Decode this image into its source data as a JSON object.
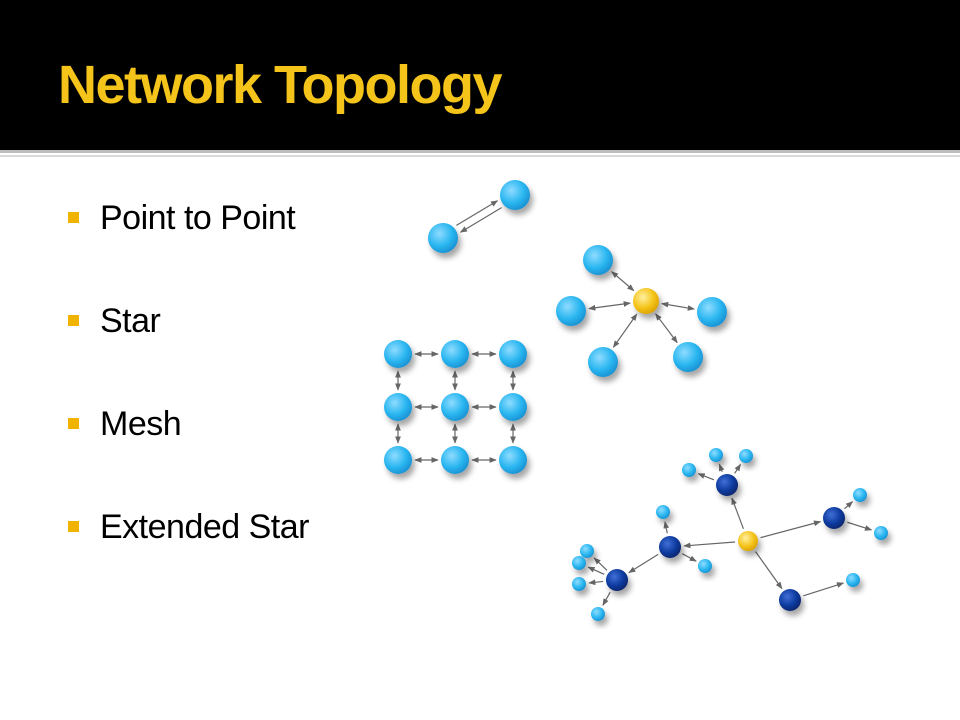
{
  "slide": {
    "title": "Network Topology",
    "bullets": [
      "Point to Point",
      "Star",
      "Mesh",
      "Extended Star"
    ]
  },
  "colors": {
    "title": "#f5c41a",
    "bullet_marker": "#f0b400",
    "title_bar": "#000000",
    "node_light": "#29b6f0",
    "node_dark": "#0d3a9e",
    "node_hub": "#f5c41a",
    "link": "#666666"
  },
  "diagrams": {
    "point_to_point": {
      "nodes": [
        {
          "id": "a",
          "role": "end"
        },
        {
          "id": "b",
          "role": "end"
        }
      ],
      "edges": [
        [
          "a",
          "b"
        ],
        [
          "b",
          "a"
        ]
      ]
    },
    "star": {
      "nodes": [
        {
          "id": "hub",
          "role": "hub"
        },
        {
          "id": "n1",
          "role": "end"
        },
        {
          "id": "n2",
          "role": "end"
        },
        {
          "id": "n3",
          "role": "end"
        },
        {
          "id": "n4",
          "role": "end"
        },
        {
          "id": "n5",
          "role": "end"
        }
      ],
      "edges": [
        [
          "hub",
          "n1"
        ],
        [
          "hub",
          "n2"
        ],
        [
          "hub",
          "n3"
        ],
        [
          "hub",
          "n4"
        ],
        [
          "hub",
          "n5"
        ]
      ]
    },
    "mesh": {
      "rows": 3,
      "cols": 3
    },
    "extended_star": {
      "nodes": [
        {
          "id": "hub",
          "role": "hub"
        },
        {
          "id": "s1",
          "role": "switch"
        },
        {
          "id": "s2",
          "role": "switch"
        },
        {
          "id": "s3",
          "role": "switch"
        },
        {
          "id": "s4",
          "role": "switch"
        },
        {
          "id": "s5",
          "role": "switch"
        },
        {
          "id": "e1",
          "role": "end"
        },
        {
          "id": "e2",
          "role": "end"
        },
        {
          "id": "e3",
          "role": "end"
        },
        {
          "id": "e4",
          "role": "end"
        },
        {
          "id": "e5",
          "role": "end"
        },
        {
          "id": "e6",
          "role": "end"
        },
        {
          "id": "e7",
          "role": "end"
        },
        {
          "id": "e8",
          "role": "end"
        },
        {
          "id": "e9",
          "role": "end"
        },
        {
          "id": "e10",
          "role": "end"
        },
        {
          "id": "e11",
          "role": "end"
        },
        {
          "id": "e12",
          "role": "end"
        },
        {
          "id": "e13",
          "role": "end"
        },
        {
          "id": "e14",
          "role": "end"
        }
      ],
      "edges": [
        [
          "hub",
          "s1"
        ],
        [
          "hub",
          "s2"
        ],
        [
          "hub",
          "s4"
        ],
        [
          "hub",
          "s5"
        ],
        [
          "s2",
          "s3"
        ],
        [
          "s1",
          "e1"
        ],
        [
          "s1",
          "e2"
        ],
        [
          "s1",
          "e3"
        ],
        [
          "s4",
          "e4"
        ],
        [
          "s4",
          "e5"
        ],
        [
          "s2",
          "e6"
        ],
        [
          "s2",
          "e7"
        ],
        [
          "s3",
          "e8"
        ],
        [
          "s3",
          "e9"
        ],
        [
          "s3",
          "e10"
        ],
        [
          "s3",
          "e11"
        ],
        [
          "s5",
          "e12"
        ]
      ]
    }
  }
}
